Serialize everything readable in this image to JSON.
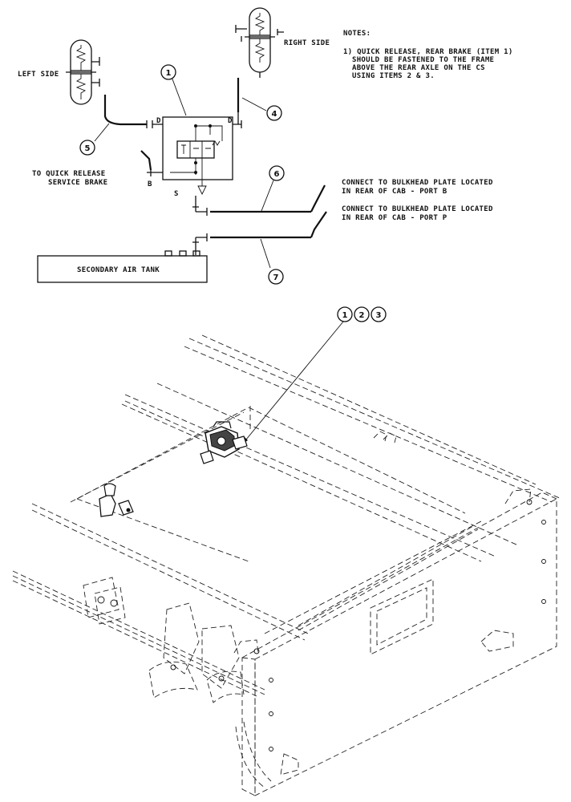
{
  "notes": {
    "heading": "NOTES:",
    "line1": "1) QUICK RELEASE, REAR BRAKE (ITEM 1)",
    "line2": "SHOULD BE FASTENED TO THE FRAME",
    "line3": "ABOVE THE REAR AXLE ON THE CS",
    "line4": "USING ITEMS 2 & 3."
  },
  "labels": {
    "right_side": "RIGHT SIDE",
    "left_side": "LEFT SIDE",
    "quick_release_1": "TO QUICK RELEASE",
    "quick_release_2": "SERVICE BRAKE",
    "port_b": "B",
    "port_s": "S",
    "port_d_left": "D",
    "port_d_right": "D",
    "tank": "SECONDARY AIR TANK",
    "connect_b_1": "CONNECT TO BULKHEAD PLATE LOCATED",
    "connect_b_2": "IN REAR OF CAB - PORT B",
    "connect_p_1": "CONNECT TO BULKHEAD PLATE LOCATED",
    "connect_p_2": "IN REAR OF CAB - PORT P"
  },
  "callouts": {
    "c1": "1",
    "c4": "4",
    "c5": "5",
    "c6": "6",
    "c7": "7",
    "iso1": "1",
    "iso2": "2",
    "iso3": "3"
  }
}
